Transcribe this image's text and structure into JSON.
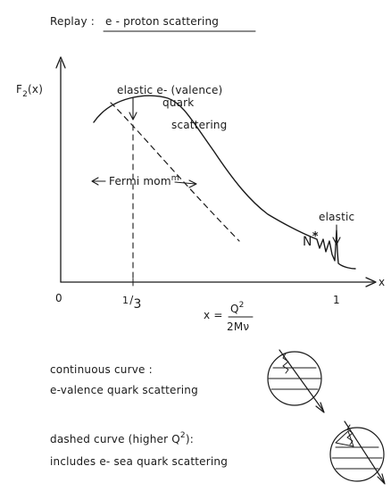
{
  "header": {
    "prefix": "Replay :",
    "title": "e - proton scattering"
  },
  "plot": {
    "y_label": "F",
    "y_label_sub": "2",
    "y_label_arg": "(x)",
    "x_label": "x",
    "tick_origin": "0",
    "tick_third_num": "1",
    "tick_third_den": "3",
    "tick_one": "1",
    "x_def_prefix": "x =",
    "x_def_num": "Q",
    "x_def_num_sup": "2",
    "x_def_den": "2Mν"
  },
  "annotations": {
    "elastic_quark_line1": "elastic  e- (valence)",
    "elastic_quark_line2": "quark",
    "elastic_quark_line3": "scattering",
    "fermi": "Fermi  mom",
    "fermi_sup": "m",
    "n_star": "N",
    "n_star_sup": "*",
    "elastic": "elastic"
  },
  "legend": {
    "continuous_line1": "continuous curve :",
    "continuous_line2": "e-valence  quark  scattering",
    "dashed_line1": "dashed curve  (higher  Q",
    "dashed_sup": "2",
    "dashed_line1_end": "):",
    "dashed_line2": "includes   e- sea  quark  scattering"
  },
  "colors": {
    "ink": "#1a1a1a",
    "background": "#ffffff"
  }
}
